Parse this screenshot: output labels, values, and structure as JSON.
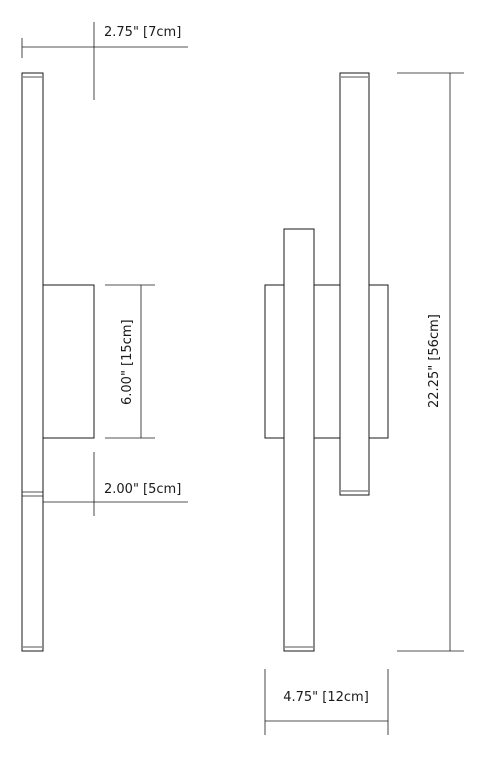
{
  "dimensions": {
    "wall_depth": "2.75\" [7cm]",
    "backplate_height": "6.00\" [15cm]",
    "offset": "2.00\" [5cm]",
    "overall_height": "22.25\" [56cm]",
    "overall_width": "4.75\" [12cm]"
  }
}
